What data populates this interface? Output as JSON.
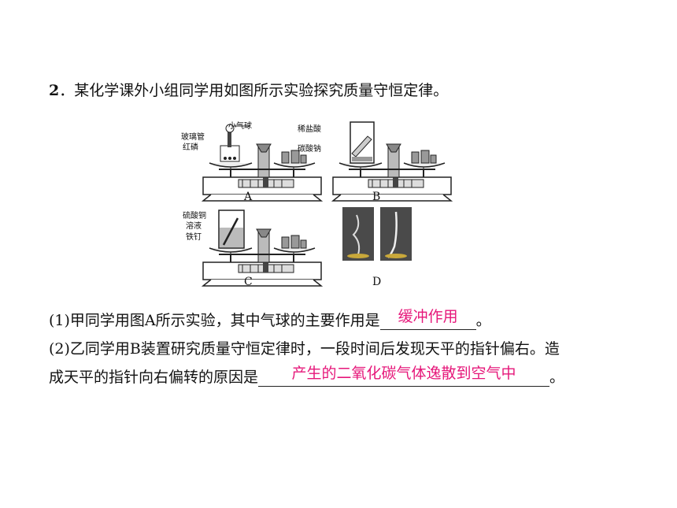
{
  "question": {
    "number": "2",
    "text": "某化学课外小组同学用如图所示实验探究质量守恒定律。"
  },
  "figure": {
    "labels": {
      "A": "A",
      "B": "B",
      "C": "C",
      "D": "D"
    },
    "callouts": {
      "balloon": "小气球",
      "glass_tube": "玻璃管",
      "red_phosphorus": "红磷",
      "hcl": "稀盐酸",
      "na2co3": "碳酸钠",
      "cuso4_1": "硫酸铜",
      "cuso4_2": "溶液",
      "iron_nail": "铁钉"
    }
  },
  "part1": {
    "prefix": "(1)甲同学用图A所示实验，其中气球的主要作用是",
    "answer": "缓冲作用",
    "suffix": "。"
  },
  "part2": {
    "line1": "(2)乙同学用B装置研究质量守恒定律时，一段时间后发现天平的指针偏右。造",
    "prefix": "成天平的指针向右偏转的原因是",
    "answer": "产生的二氧化碳气体逸散到空气中",
    "suffix": "。"
  },
  "colors": {
    "answer": "#e6177a"
  }
}
